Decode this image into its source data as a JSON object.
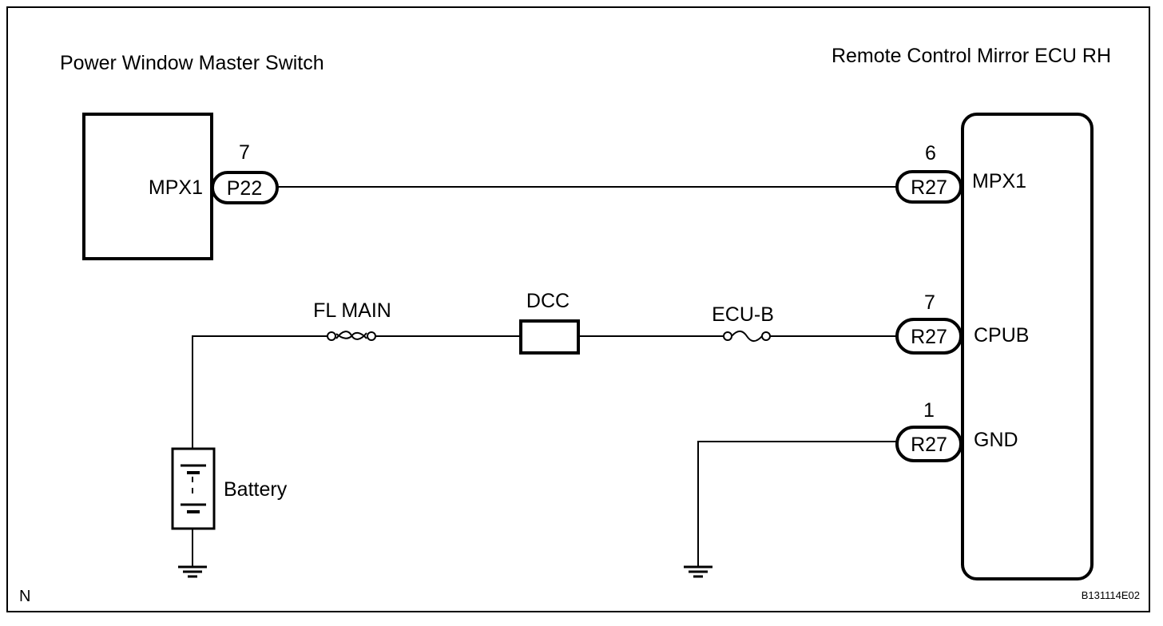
{
  "components": {
    "master_switch": {
      "title": "Power Window Master Switch",
      "terminal": "MPX1"
    },
    "mirror_ecu": {
      "title": "Remote Control Mirror ECU RH",
      "terminals": {
        "mpx1": "MPX1",
        "cpub": "CPUB",
        "gnd": "GND"
      }
    },
    "battery": {
      "label": "Battery"
    }
  },
  "connectors": {
    "p22": {
      "id": "P22",
      "pin": "7"
    },
    "r27_mpx1": {
      "id": "R27",
      "pin": "6"
    },
    "r27_cpub": {
      "id": "R27",
      "pin": "7"
    },
    "r27_gnd": {
      "id": "R27",
      "pin": "1"
    }
  },
  "fuses": {
    "fl_main": "FL MAIN",
    "dcc": "DCC",
    "ecu_b": "ECU-B"
  },
  "footer": {
    "corner_mark": "N",
    "figure_code": "B131114E02"
  }
}
